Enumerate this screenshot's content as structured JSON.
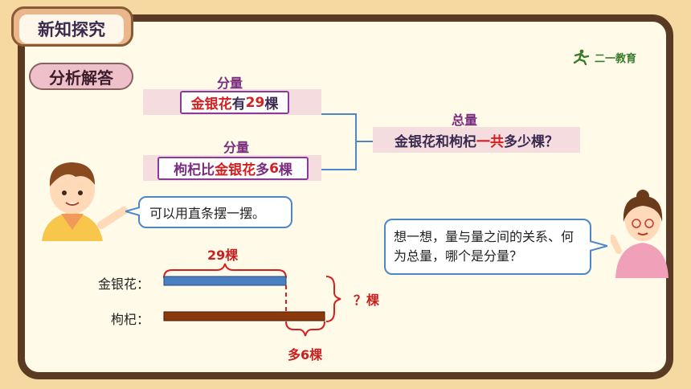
{
  "header": {
    "title": "新知探究"
  },
  "section": {
    "title": "分析解答"
  },
  "brand": {
    "name": "二一教育"
  },
  "quantities": {
    "part_label_1": "分量",
    "part_label_2": "分量",
    "total_label": "总量",
    "part1": {
      "name": "金银花",
      "verb": "有",
      "num": "29",
      "unit": "棵"
    },
    "part2": {
      "name": "枸杞",
      "cmp": "比",
      "ref": "金银花",
      "more": "多",
      "num": "6",
      "unit": "棵"
    },
    "total": {
      "pre": "金银花和枸杞",
      "key": "一共",
      "post": "多少棵？"
    }
  },
  "speech": {
    "boy": "可以用直条摆一摆。",
    "girl": "想一想，量与量之间的关系、何为总量，哪个是分量？"
  },
  "diagram": {
    "label_jyh": "金银花：",
    "label_gq": "枸杞：",
    "top_measure": "29棵",
    "total_measure": "？棵",
    "diff_measure": "多6棵"
  },
  "colors": {
    "bar_jyh": "#4a7fc1",
    "bar_gq": "#8b3a0e",
    "brace": "#d42020",
    "frame": "#5b3a23"
  }
}
